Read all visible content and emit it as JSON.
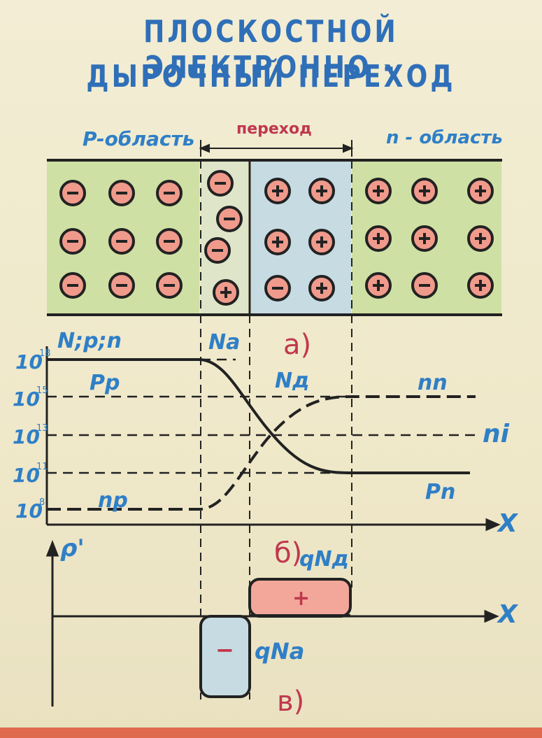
{
  "title": {
    "line1": "ПЛОСКОСТНОЙ ЭЛЕКТРОННО -",
    "line2": "ДЫРОЧНЫЙ ПЕРЕХОД"
  },
  "regions": {
    "p_region": "P-область",
    "junction": "переход",
    "n_region": "n - область"
  },
  "ions": {
    "p_side": [
      "-",
      "-",
      "-",
      "-",
      "-",
      "-",
      "-",
      "-",
      "-"
    ],
    "junction_left": [
      "-",
      "-",
      "-",
      "+"
    ],
    "junction_right": [
      "+",
      "+",
      "+",
      "+",
      "-",
      "+"
    ],
    "n_side": [
      "+",
      "+",
      "+",
      "+",
      "+",
      "+",
      "+",
      "-",
      "+"
    ]
  },
  "panel_labels": {
    "a": "а)",
    "b": "б)",
    "c": "в)"
  },
  "graph_a": {
    "y_label": "N;p;n",
    "x_label": "X",
    "tick_labels": [
      "10",
      "10",
      "10",
      "10",
      "10"
    ],
    "tick_exponents": [
      "18",
      "15",
      "13",
      "11",
      "8"
    ],
    "curve_labels": {
      "pp": "Pp",
      "np": "np",
      "nn": "nn",
      "pn": "Pn",
      "ni": "ni",
      "Na": "Na",
      "Nd": "Nд"
    }
  },
  "graph_b": {
    "y_label": "ρ'",
    "x_label": "X",
    "positive_label": "qNд",
    "negative_label": "qNa",
    "positive_sign": "+",
    "negative_sign": "−"
  },
  "colors": {
    "ink": "#222222",
    "blue": "#2f7fc7",
    "red": "#c0384e",
    "green_fill": "#cfe0a4",
    "blue_fill": "#c7dbe3",
    "pink_fill": "#f2a79a"
  }
}
